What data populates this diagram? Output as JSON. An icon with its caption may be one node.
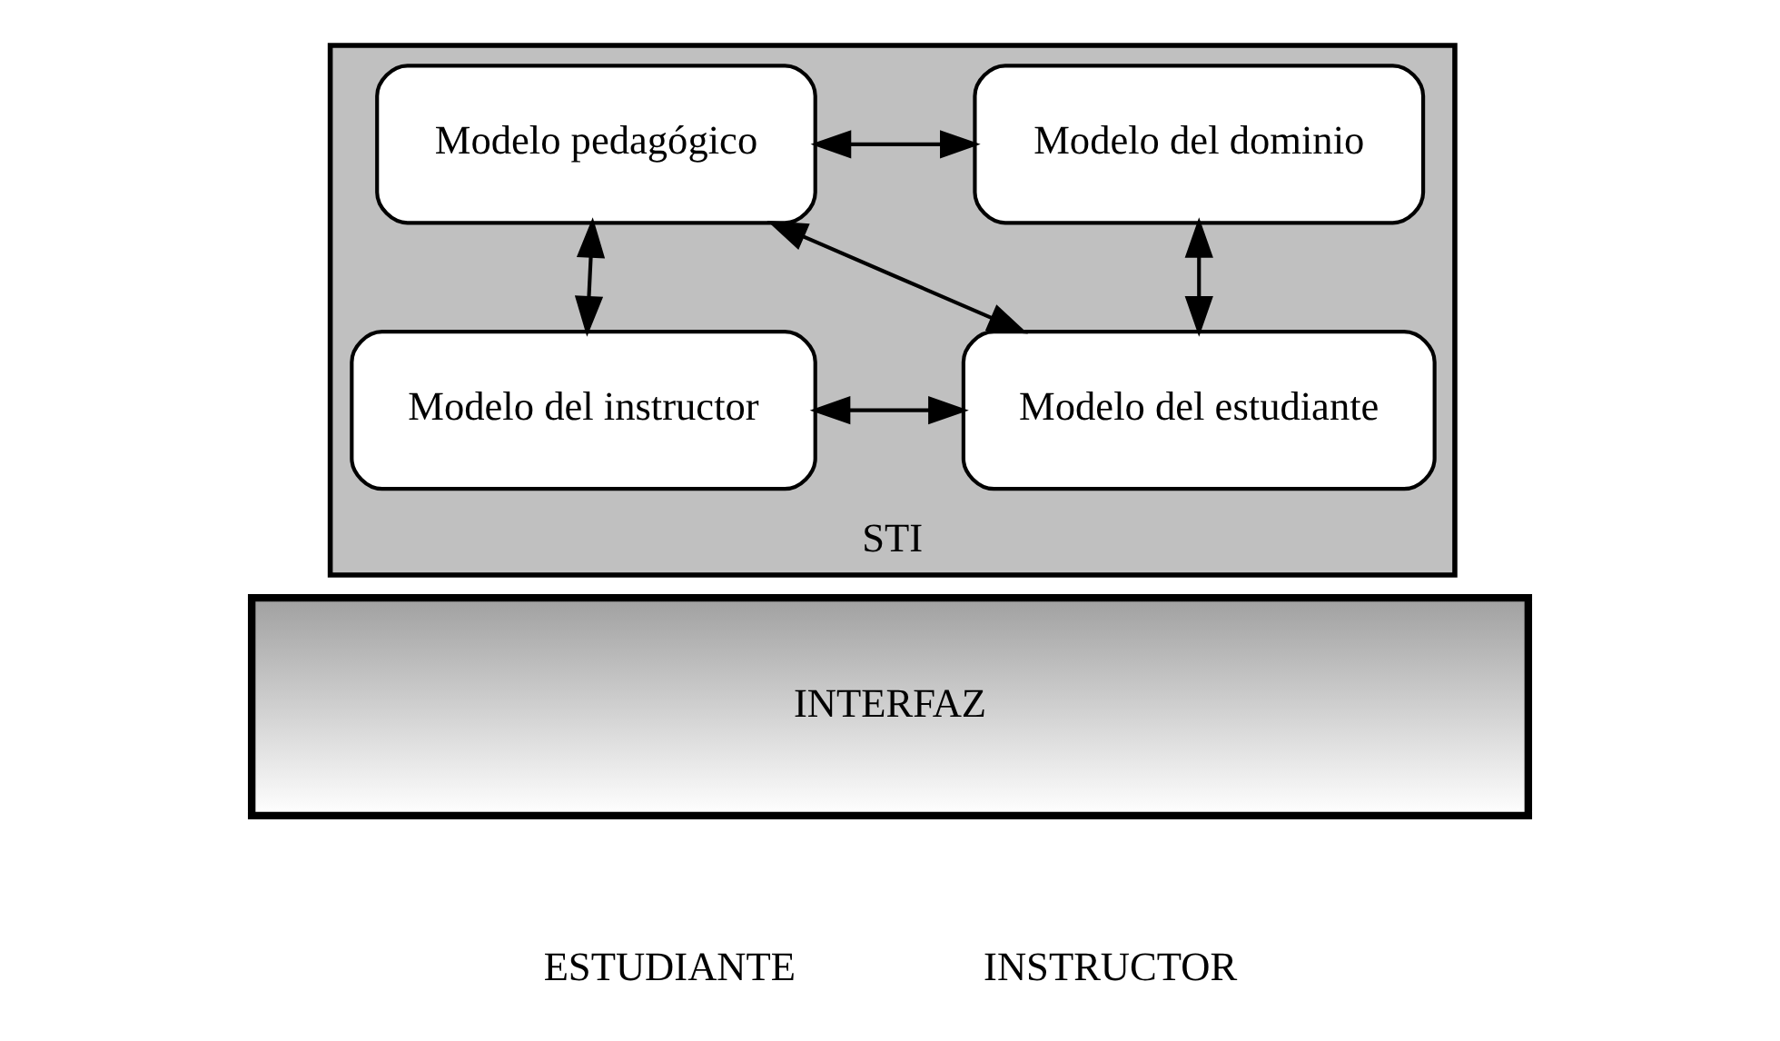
{
  "diagram": {
    "nodes": [
      {
        "text": [
          "STI"
        ]
      },
      {
        "text": [
          "Modelo del dominio"
        ],
        "in": 0
      },
      {
        "text": [
          "Modelo pedagógico"
        ],
        "in": 0
      },
      {
        "text": [
          "Modelo del estudiante"
        ],
        "in": 0
      },
      {
        "text": [
          "Modelo del instructor"
        ],
        "in": 0
      },
      {
        "text": [
          "INTERFAZ"
        ]
      }
    ],
    "edges": [
      {
        "from": 1,
        "to": 2,
        "arrow": "both"
      },
      {
        "from": 1,
        "to": 3,
        "arrow": "both"
      },
      {
        "from": 2,
        "to": 3,
        "arrow": "both"
      },
      {
        "from": 2,
        "to": 4,
        "arrow": "both"
      },
      {
        "from": 3,
        "to": 4,
        "arrow": "both"
      }
    ],
    "labels": [
      "ESTUDIANTE",
      "INSTRUCTOR"
    ]
  }
}
